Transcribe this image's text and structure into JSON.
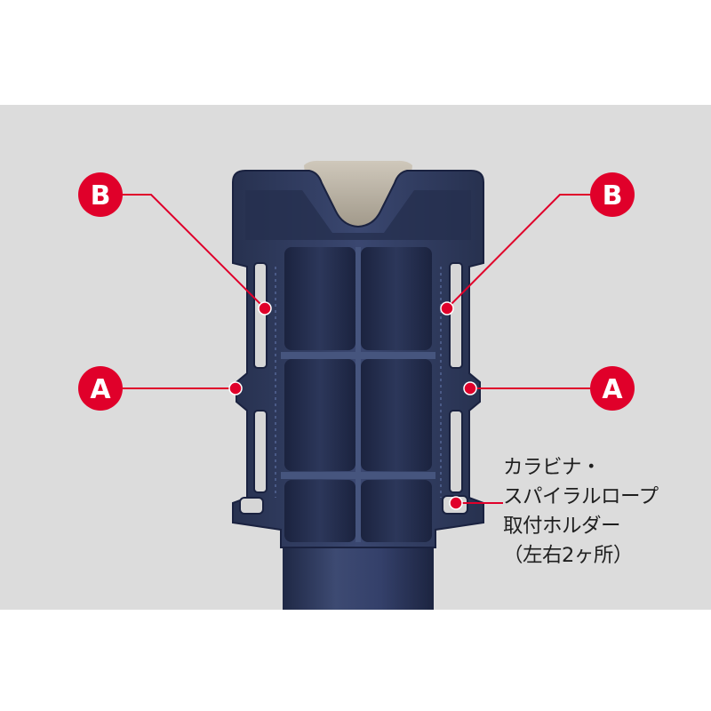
{
  "colors": {
    "background": "#dcdcdc",
    "holder_body": "#2e3a5c",
    "holder_highlight": "#46557e",
    "holder_shadow": "#1d2641",
    "insert": "#b8b0a2",
    "marker": "#e0002a",
    "leader_line": "#e0002a"
  },
  "markers": {
    "b_left": "B",
    "b_right": "B",
    "a_left": "A",
    "a_right": "A"
  },
  "caption": {
    "line1": "カラビナ・",
    "line2": "スパイラルロープ",
    "line3": "取付ホルダー",
    "line4": "（左右2ヶ所）"
  }
}
